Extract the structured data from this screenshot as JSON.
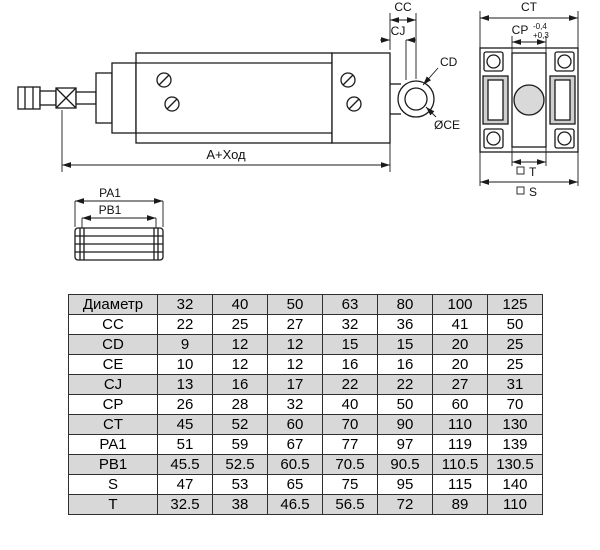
{
  "drawing": {
    "labels": {
      "cc": "CC",
      "cj": "CJ",
      "cd": "CD",
      "ce_dia": "ØCE",
      "ct": "CT",
      "cp": "CP",
      "cp_tol_upper": "-0,4",
      "cp_tol_lower": "+0,3",
      "t": "T",
      "s": "S",
      "stroke": "A+Ход",
      "pa1": "PA1",
      "pb1": "PB1"
    }
  },
  "table": {
    "header_label": "Диаметр",
    "diameters": [
      "32",
      "40",
      "50",
      "63",
      "80",
      "100",
      "125"
    ],
    "rows": [
      {
        "label": "CC",
        "values": [
          "22",
          "25",
          "27",
          "32",
          "36",
          "41",
          "50"
        ]
      },
      {
        "label": "CD",
        "values": [
          "9",
          "12",
          "12",
          "15",
          "15",
          "20",
          "25"
        ]
      },
      {
        "label": "CE",
        "values": [
          "10",
          "12",
          "12",
          "16",
          "16",
          "20",
          "25"
        ]
      },
      {
        "label": "CJ",
        "values": [
          "13",
          "16",
          "17",
          "22",
          "22",
          "27",
          "31"
        ]
      },
      {
        "label": "CP",
        "values": [
          "26",
          "28",
          "32",
          "40",
          "50",
          "60",
          "70"
        ]
      },
      {
        "label": "CT",
        "values": [
          "45",
          "52",
          "60",
          "70",
          "90",
          "110",
          "130"
        ]
      },
      {
        "label": "PA1",
        "values": [
          "51",
          "59",
          "67",
          "77",
          "97",
          "119",
          "139"
        ]
      },
      {
        "label": "PB1",
        "values": [
          "45.5",
          "52.5",
          "60.5",
          "70.5",
          "90.5",
          "110.5",
          "130.5"
        ]
      },
      {
        "label": "S",
        "values": [
          "47",
          "53",
          "65",
          "75",
          "95",
          "115",
          "140"
        ]
      },
      {
        "label": "T",
        "values": [
          "32.5",
          "38",
          "46.5",
          "56.5",
          "72",
          "89",
          "110"
        ]
      }
    ]
  }
}
